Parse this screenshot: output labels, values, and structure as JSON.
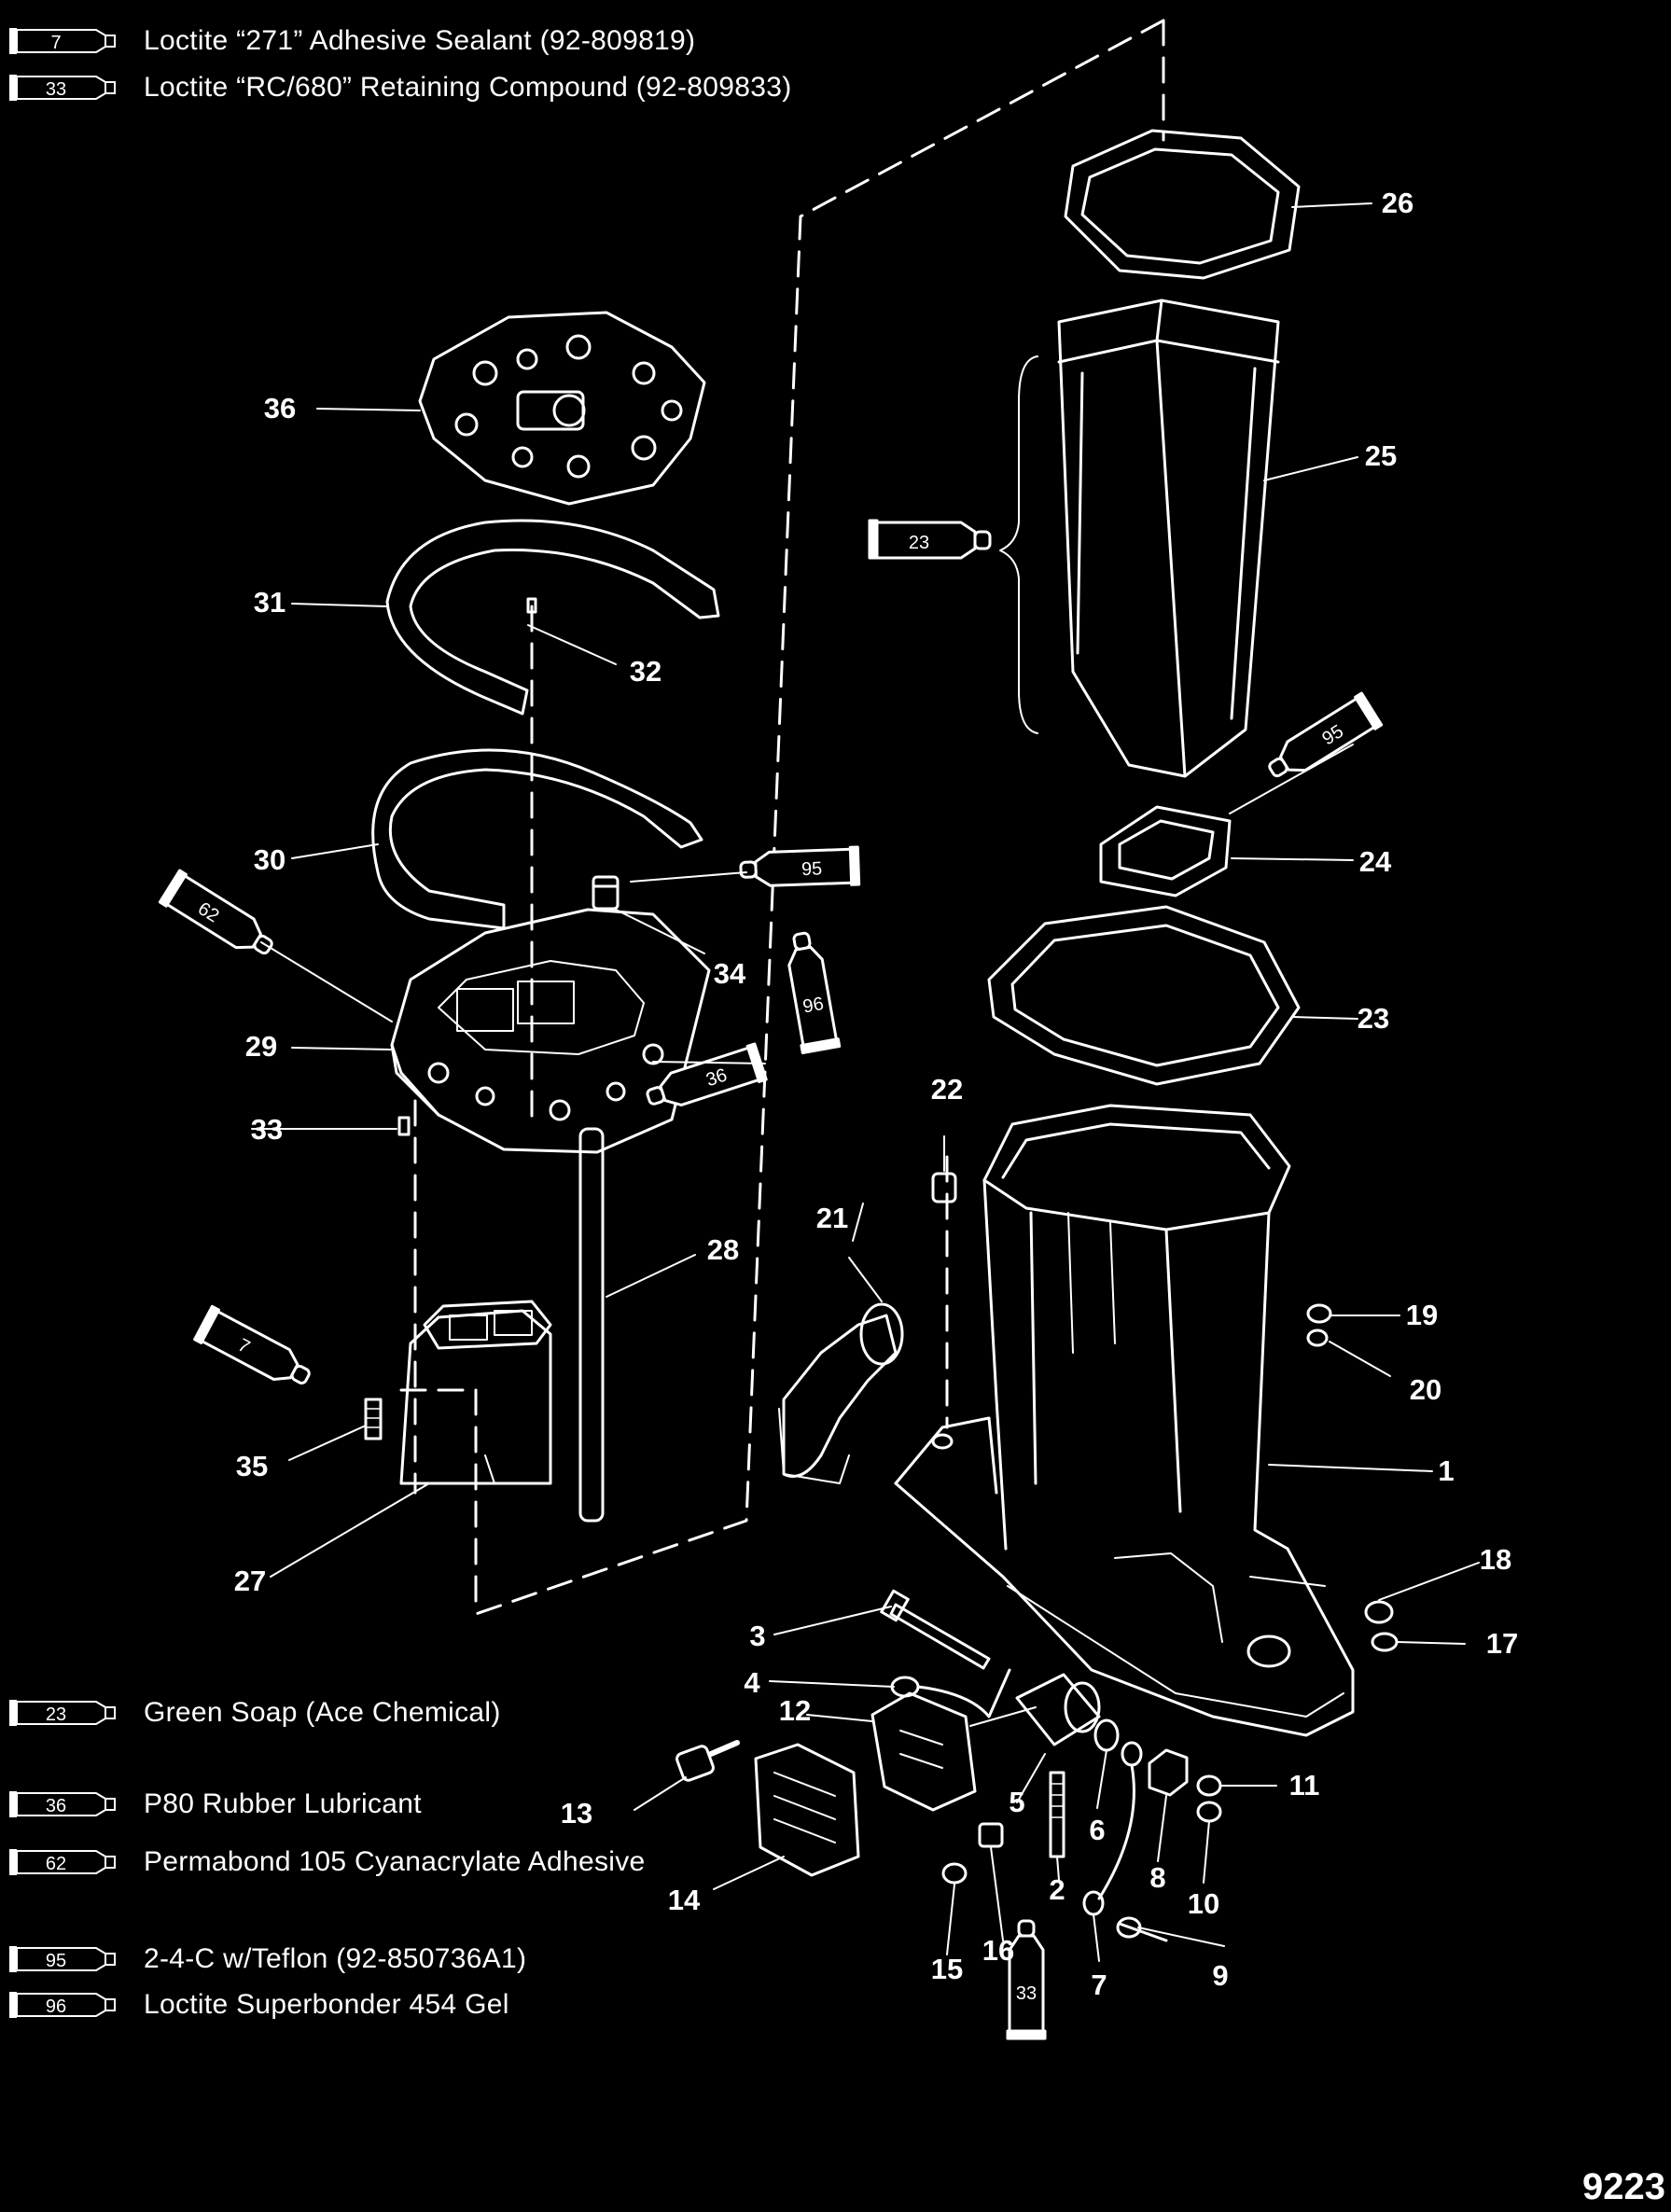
{
  "figure_number": "9223",
  "legend_top": [
    {
      "num": "7",
      "text": "Loctite “271” Adhesive Sealant (92-809819)"
    },
    {
      "num": "33",
      "text": "Loctite “RC/680” Retaining Compound (92-809833)"
    }
  ],
  "legend_bottom": [
    {
      "num": "23",
      "text": "Green Soap (Ace Chemical)"
    },
    {
      "num": "36",
      "text": "P80 Rubber Lubricant"
    },
    {
      "num": "62",
      "text": "Permabond 105 Cyanacrylate Adhesive"
    },
    {
      "num": "95",
      "text": "2-4-C w/Teflon (92-850736A1)"
    },
    {
      "num": "96",
      "text": "Loctite Superbonder 454 Gel"
    }
  ],
  "callouts": [
    "1",
    "2",
    "3",
    "4",
    "5",
    "6",
    "7",
    "8",
    "9",
    "10",
    "11",
    "12",
    "13",
    "14",
    "15",
    "16",
    "17",
    "18",
    "19",
    "20",
    "21",
    "22",
    "23",
    "24",
    "25",
    "26",
    "27",
    "28",
    "29",
    "30",
    "31",
    "32",
    "33",
    "34",
    "35",
    "36"
  ],
  "tube_labels": {
    "t23": "23",
    "t95a": "95",
    "t95b": "95",
    "t62": "62",
    "t36": "36",
    "t96": "96",
    "t7": "7",
    "t33": "33"
  }
}
